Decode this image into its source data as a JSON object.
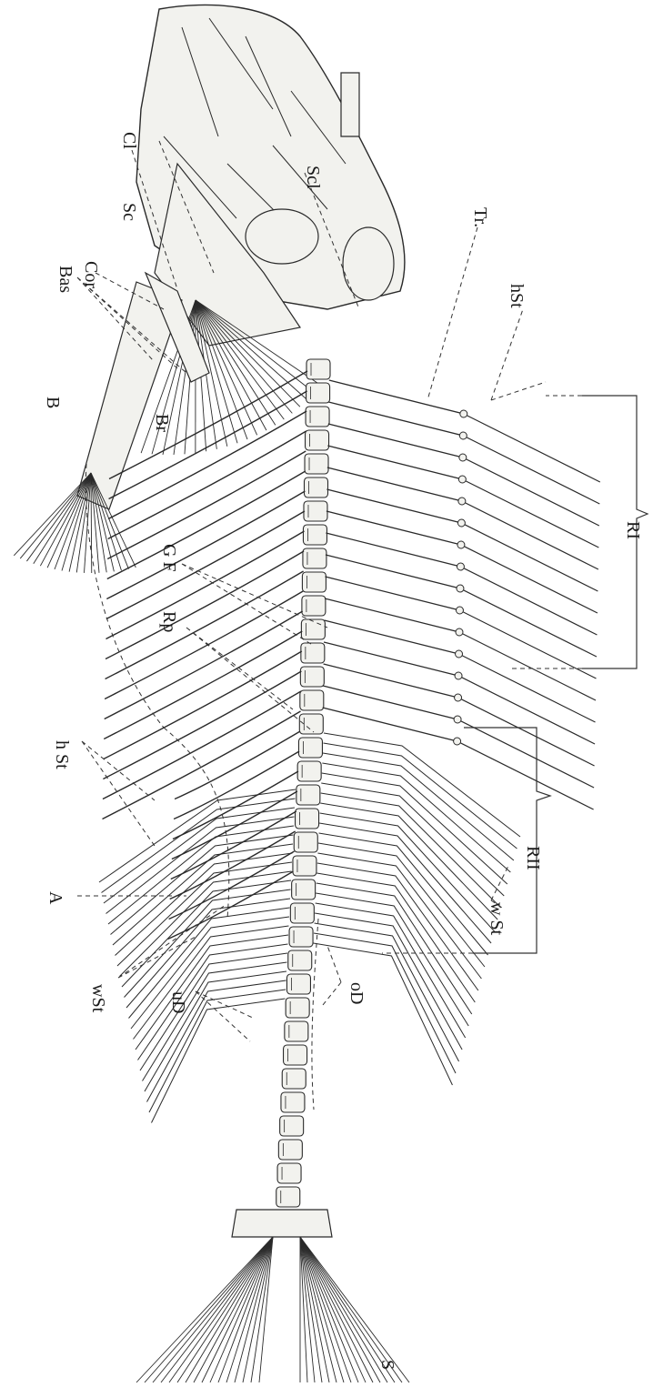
{
  "labels": {
    "Scl": "Scl",
    "Cl": "Cl",
    "Sc": "Sc",
    "Cor": "Cor",
    "Bas": "Bas",
    "Br": "Br",
    "B": "B",
    "Tr": "Tr.",
    "hSt_top": "hSt",
    "RI": "RI",
    "GF": "G F",
    "Rp": "Rp",
    "RII": "RII",
    "hSt_bottom": "h St",
    "A": "A",
    "wSt_right": "w St",
    "wSt_left": "wSt",
    "uD": "uD",
    "oD": "oD",
    "S": "S"
  },
  "colors": {
    "ink": "#2a2a2a",
    "bone": "#f2f2ee",
    "background": "#ffffff"
  }
}
